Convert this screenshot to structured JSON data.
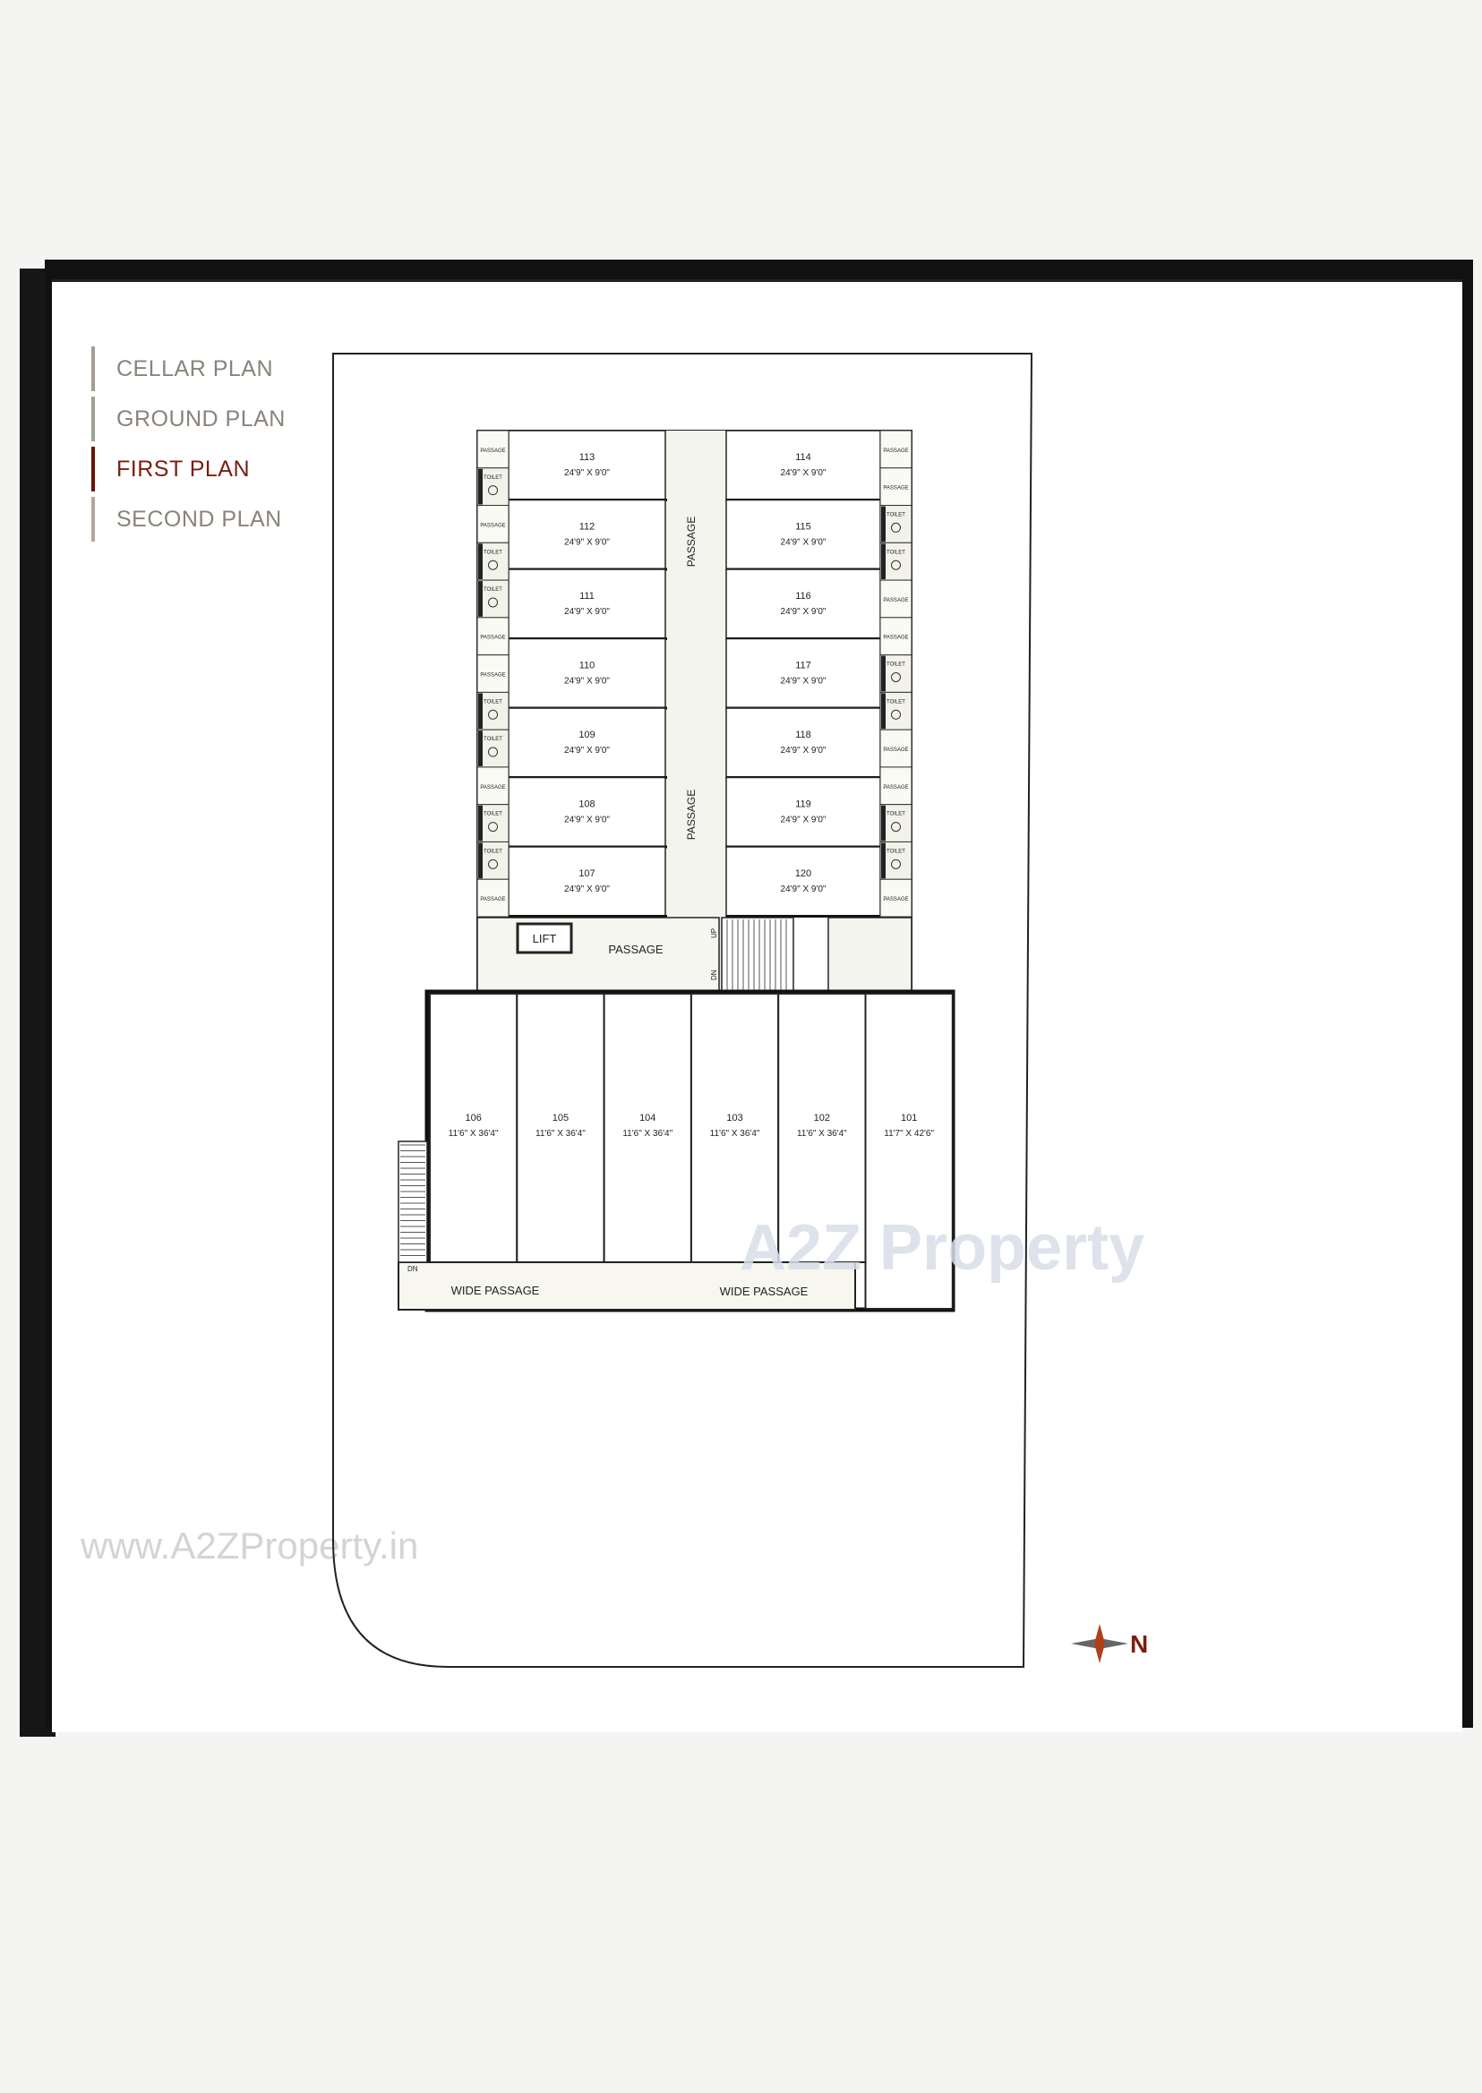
{
  "menu": {
    "items": [
      {
        "label": "CELLAR PLAN",
        "active": false,
        "bar_color": "#a79b95"
      },
      {
        "label": "GROUND PLAN",
        "active": false,
        "bar_color": "#9aa38f"
      },
      {
        "label": "FIRST PLAN",
        "active": true,
        "bar_color": "#6b1206"
      },
      {
        "label": "SECOND PLAN",
        "active": false,
        "bar_color": "#b1a7a0"
      }
    ]
  },
  "plan": {
    "west_units": [
      {
        "number": "113",
        "size": "24'9\" X 9'0\""
      },
      {
        "number": "112",
        "size": "24'9\" X 9'0\""
      },
      {
        "number": "111",
        "size": "24'9\" X 9'0\""
      },
      {
        "number": "110",
        "size": "24'9\" X 9'0\""
      },
      {
        "number": "109",
        "size": "24'9\" X 9'0\""
      },
      {
        "number": "108",
        "size": "24'9\" X 9'0\""
      },
      {
        "number": "107",
        "size": "24'9\" X 9'0\""
      }
    ],
    "east_units": [
      {
        "number": "114",
        "size": "24'9\" X 9'0\""
      },
      {
        "number": "115",
        "size": "24'9\" X 9'0\""
      },
      {
        "number": "116",
        "size": "24'9\" X 9'0\""
      },
      {
        "number": "117",
        "size": "24'9\" X 9'0\""
      },
      {
        "number": "118",
        "size": "24'9\" X 9'0\""
      },
      {
        "number": "119",
        "size": "24'9\" X 9'0\""
      },
      {
        "number": "120",
        "size": "24'9\" X 9'0\""
      }
    ],
    "front_units": [
      {
        "number": "106",
        "size": "11'6\" X 36'4\""
      },
      {
        "number": "105",
        "size": "11'6\" X 36'4\""
      },
      {
        "number": "104",
        "size": "11'6\" X 36'4\""
      },
      {
        "number": "103",
        "size": "11'6\" X 36'4\""
      },
      {
        "number": "102",
        "size": "11'6\" X 36'4\""
      },
      {
        "number": "101",
        "size": "11'7\" X 42'6\""
      }
    ],
    "side_strip_left": [
      "PASSAGE",
      "TOILET",
      "PASSAGE",
      "TOILET",
      "TOILET",
      "PASSAGE",
      "PASSAGE",
      "TOILET",
      "TOILET",
      "PASSAGE",
      "TOILET",
      "TOILET",
      "PASSAGE"
    ],
    "side_strip_right": [
      "PASSAGE",
      "PASSAGE",
      "TOILET",
      "TOILET",
      "PASSAGE",
      "PASSAGE",
      "TOILET",
      "TOILET",
      "PASSAGE",
      "PASSAGE",
      "TOILET",
      "TOILET",
      "PASSAGE"
    ],
    "center_passage_label": "PASSAGE",
    "lobby_passage_label": "PASSAGE",
    "lift_label": "LIFT",
    "up_label": "UP",
    "dn_label": "DN",
    "stair_dn_label": "DN",
    "wide_passage_labels": [
      "WIDE PASSAGE",
      "WIDE PASSAGE"
    ],
    "north_label": "N"
  },
  "branding": {
    "logo_text": "A2Z Property",
    "website": "www.A2ZProperty.in"
  }
}
